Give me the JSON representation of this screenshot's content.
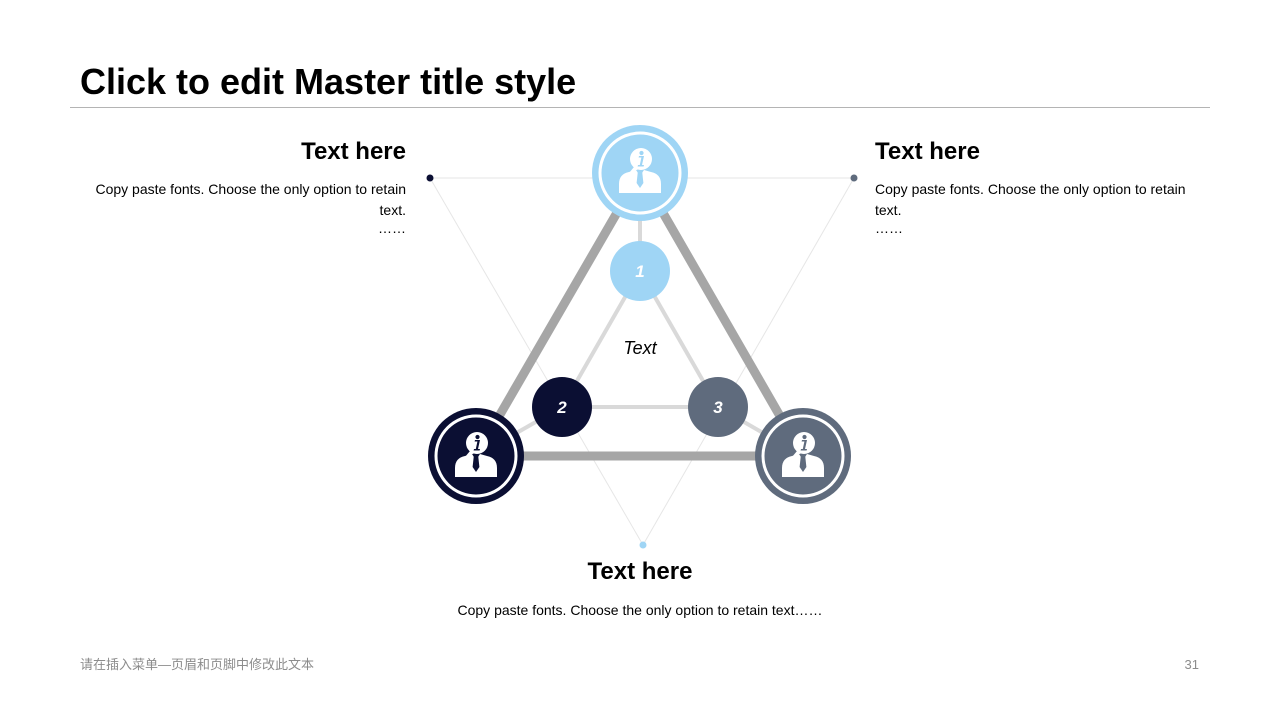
{
  "slide": {
    "title": "Click to edit Master title style",
    "center_text": "Text",
    "footer_text": "请在插入菜单—页眉和页脚中修改此文本",
    "page_number": "31"
  },
  "blocks": {
    "left": {
      "heading": "Text here",
      "body": "Copy paste fonts. Choose the only option to retain text.",
      "dots": "……"
    },
    "right": {
      "heading": "Text here",
      "body": "Copy paste fonts. Choose the only option to retain text.",
      "dots": "……"
    },
    "bottom": {
      "heading": "Text here",
      "body": "Copy paste fonts. Choose the only option to retain text……"
    }
  },
  "nodes": [
    {
      "label": "1",
      "color": "#9fd5f5"
    },
    {
      "label": "2",
      "color": "#0b0f33"
    },
    {
      "label": "3",
      "color": "#5f6b7d"
    }
  ],
  "icons": {
    "person": "person-info-icon"
  },
  "colors": {
    "light_blue": "#9fd5f5",
    "navy": "#0b0f33",
    "slate": "#5f6b7d",
    "outer_triangle": "#a6a6a6",
    "inner_triangle": "#d9d9d9"
  }
}
